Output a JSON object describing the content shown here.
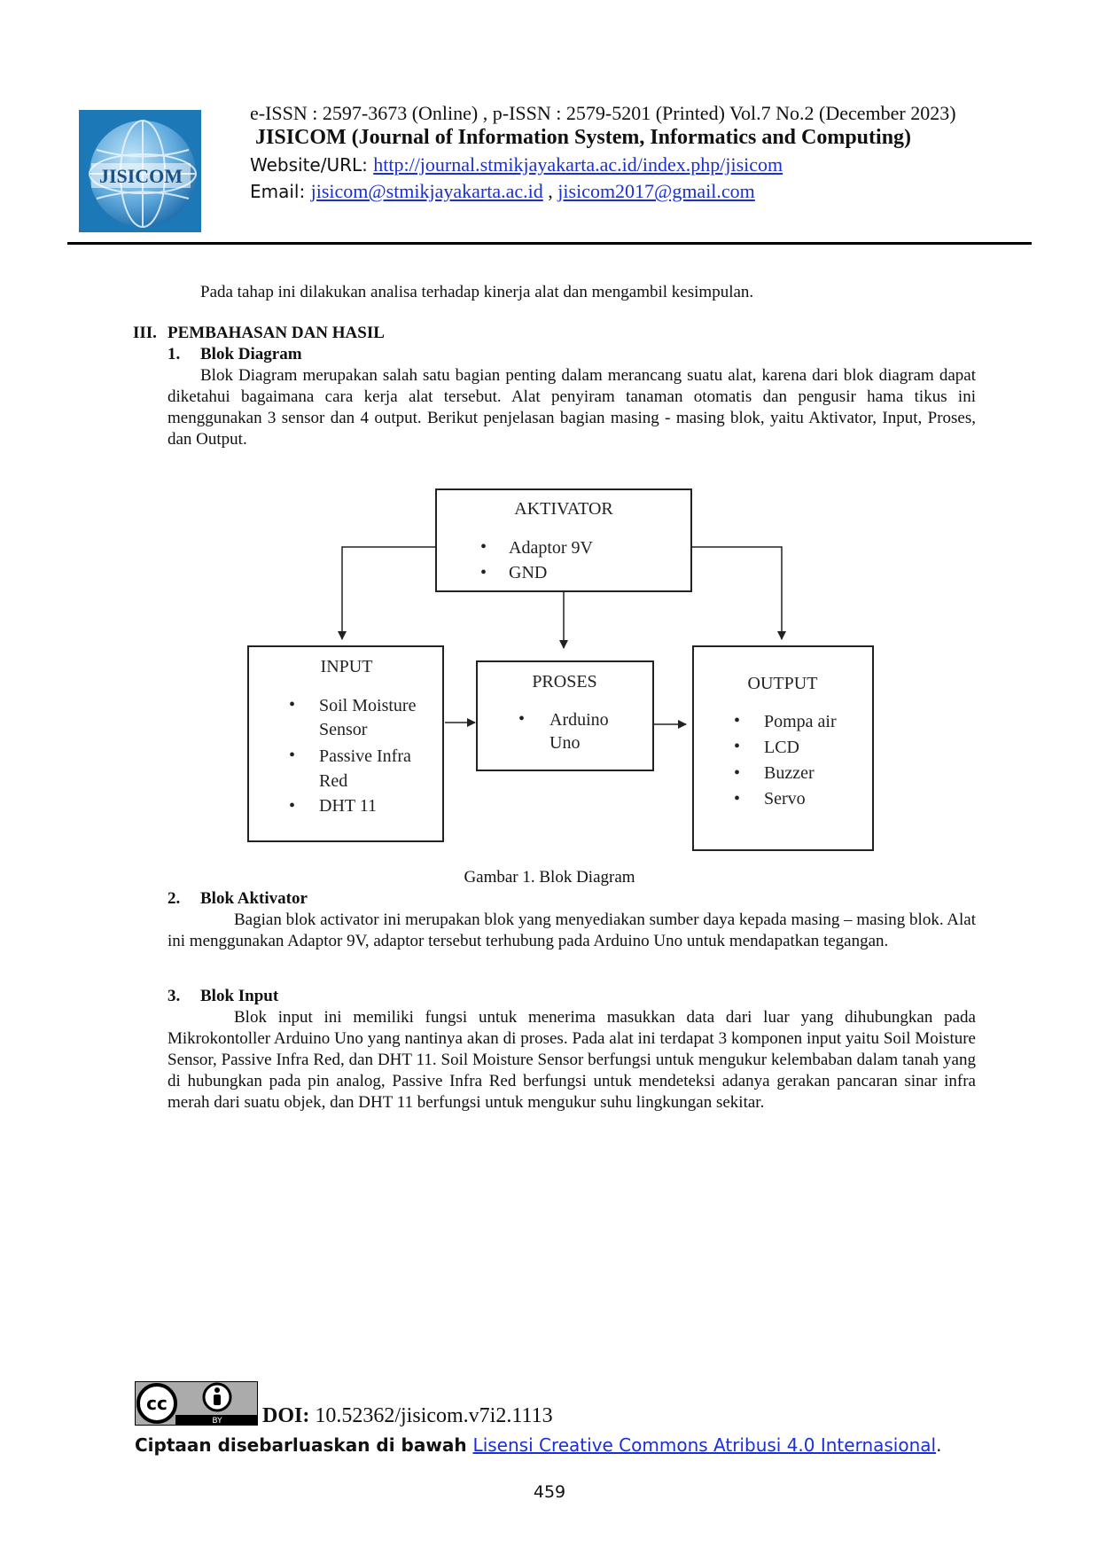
{
  "header": {
    "issn_line": "e-ISSN : 2597-3673 (Online) , p-ISSN : 2579-5201 (Printed) Vol.7 No.2  (December 2023)",
    "journal_title": "JISICOM (Journal of Information System, Informatics and Computing)",
    "website_label": "Website/URL: ",
    "website_url": "http://journal.stmikjayakarta.ac.id/index.php/jisicom",
    "email_label": "Email: ",
    "email_1": "jisicom@stmikjayakarta.ac.id",
    "email_sep": " , ",
    "email_2": "jisicom2017@gmail.com",
    "logo_text": "JISICOM"
  },
  "content": {
    "intro": "Pada tahap ini dilakukan analisa terhadap kinerja alat dan mengambil kesimpulan.",
    "section3_num": "III.",
    "section3_title": "PEMBAHASAN DAN HASIL",
    "h1_num": "1.",
    "h1_title": "Blok Diagram",
    "p1": "Blok Diagram merupakan salah satu bagian penting dalam merancang suatu alat, karena dari blok diagram dapat diketahui bagaimana cara kerja alat tersebut. Alat penyiram tanaman otomatis dan pengusir hama tikus ini menggunakan 3 sensor dan 4 output. Berikut penjelasan bagian masing - masing blok, yaitu Aktivator, Input, Proses, dan Output.",
    "caption": "Gambar 1. Blok Diagram",
    "h2_num": "2.",
    "h2_title": "Blok Aktivator",
    "p2": "Bagian blok activator ini merupakan blok yang menyediakan sumber daya kepada masing – masing blok. Alat ini menggunakan Adaptor 9V, adaptor tersebut terhubung pada Arduino Uno untuk mendapatkan tegangan.",
    "h3_num": "3.",
    "h3_title": "Blok Input",
    "p3": "Blok input ini memiliki fungsi untuk menerima masukkan data dari luar yang dihubungkan pada Mikrokontoller Arduino Uno yang nantinya akan di proses. Pada alat ini terdapat 3 komponen input yaitu Soil Moisture Sensor, Passive Infra Red, dan DHT 11. Soil Moisture Sensor berfungsi untuk mengukur kelembaban dalam tanah yang di hubungkan pada pin analog, Passive Infra Red berfungsi untuk mendeteksi adanya gerakan pancaran sinar infra merah dari suatu objek, dan DHT 11 berfungsi untuk mengukur suhu lingkungan sekitar."
  },
  "diagram": {
    "bullet": "•",
    "aktivator": {
      "title": "AKTIVATOR",
      "item_1": "Adaptor 9V",
      "item_2": "GND"
    },
    "input": {
      "title": "INPUT",
      "item_1a": "Soil Moisture",
      "item_1b": "Sensor",
      "item_2a": "Passive Infra",
      "item_2b": "Red",
      "item_3": "DHT 11"
    },
    "proses": {
      "title": "PROSES",
      "item_1a": "Arduino",
      "item_1b": "Uno"
    },
    "output": {
      "title": "OUTPUT",
      "item_1": "Pompa air",
      "item_2": "LCD",
      "item_3": "Buzzer",
      "item_4": "Servo"
    }
  },
  "footer": {
    "cc_label": "cc",
    "by_label": "BY",
    "doi_label": "DOI: ",
    "doi_value": "10.52362/jisicom.v7i2.1113",
    "license_prefix": "Ciptaan disebarluaskan di bawah ",
    "license_link": "Lisensi Creative Commons Atribusi 4.0 Internasional",
    "license_suffix": ".",
    "page_number": "459"
  },
  "colors": {
    "link": "#1a2fd6",
    "logo_blue": "#1d78b8",
    "logo_light": "#9cd0ee"
  }
}
